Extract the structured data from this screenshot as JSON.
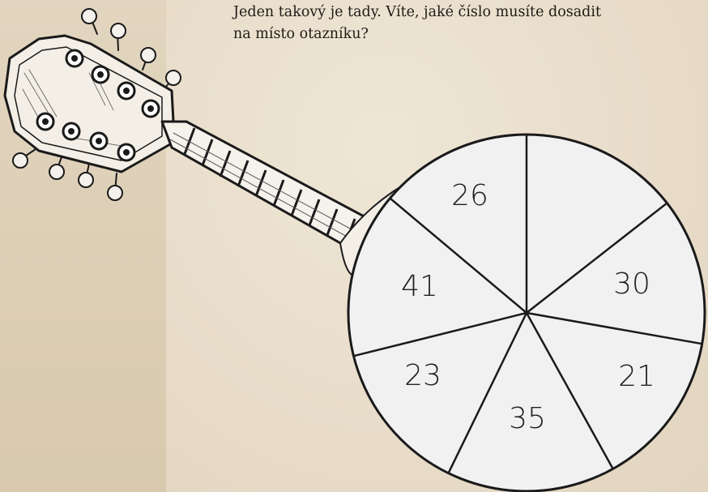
{
  "prompt": {
    "line1": "Jeden takový je tady. Víte, jaké číslo musíte dosadit",
    "line2": "na místo otazníku?"
  },
  "wheel": {
    "segments": [
      "26",
      "",
      "30",
      "21",
      "35",
      "23",
      "41"
    ]
  },
  "colors": {
    "background": "#e9dfce",
    "wheel_fill": "#f2f1f1",
    "ink": "#1a1a1a"
  },
  "icons": {
    "guitar": "guitar-headstock-icon"
  }
}
